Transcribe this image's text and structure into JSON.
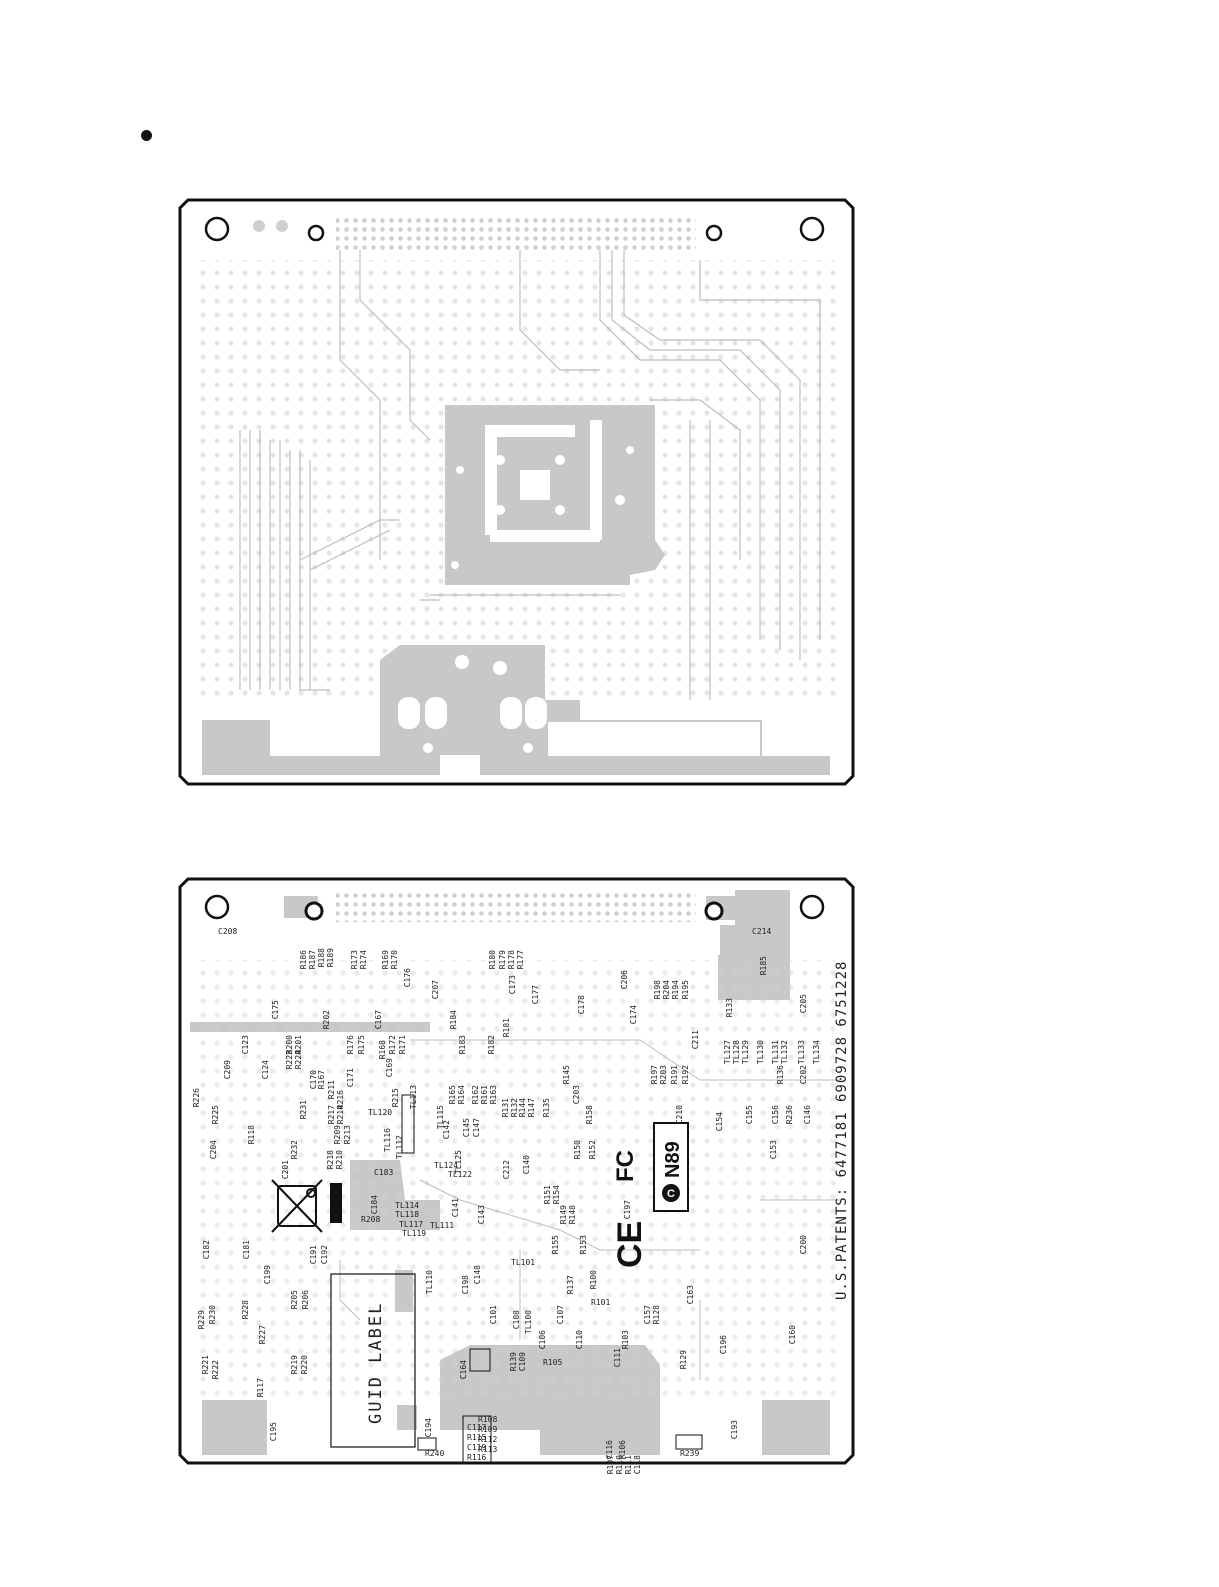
{
  "marks": {
    "patents": "U.S.PATENTS: 6477181 6909728 6751228",
    "guid_label": "GUID LABEL",
    "n89": "N89",
    "ce": "CE",
    "fcc": "FC"
  },
  "colors": {
    "outline": "#111111",
    "copper": "#c8c8c8",
    "trace": "#bdbdbd",
    "pad": "#cfcfcf"
  },
  "labels": [
    [
      "C208",
      218,
      934,
      0
    ],
    [
      "R186",
      306,
      950,
      -90
    ],
    [
      "R187",
      315,
      950,
      -90
    ],
    [
      "R188",
      324,
      948,
      -90
    ],
    [
      "R189",
      333,
      948,
      -90
    ],
    [
      "R173",
      357,
      950,
      -90
    ],
    [
      "R174",
      366,
      950,
      -90
    ],
    [
      "R169",
      388,
      950,
      -90
    ],
    [
      "R170",
      397,
      950,
      -90
    ],
    [
      "C176",
      410,
      968,
      -90
    ],
    [
      "C207",
      438,
      980,
      -90
    ],
    [
      "R180",
      495,
      950,
      -90
    ],
    [
      "R179",
      505,
      950,
      -90
    ],
    [
      "R178",
      514,
      950,
      -90
    ],
    [
      "R177",
      523,
      950,
      -90
    ],
    [
      "C173",
      515,
      975,
      -90
    ],
    [
      "C177",
      538,
      985,
      -90
    ],
    [
      "C178",
      584,
      995,
      -90
    ],
    [
      "C206",
      627,
      970,
      -90
    ],
    [
      "R198",
      660,
      980,
      -90
    ],
    [
      "R204",
      669,
      980,
      -90
    ],
    [
      "R194",
      678,
      980,
      -90
    ],
    [
      "R195",
      688,
      980,
      -90
    ],
    [
      "C174",
      636,
      1005,
      -90
    ],
    [
      "R133",
      732,
      998,
      -90
    ],
    [
      "C214",
      752,
      934,
      0
    ],
    [
      "R185",
      766,
      956,
      -90
    ],
    [
      "C205",
      806,
      994,
      -90
    ],
    [
      "C175",
      278,
      1000,
      -90
    ],
    [
      "R202",
      329,
      1010,
      -90
    ],
    [
      "C167",
      381,
      1010,
      -90
    ],
    [
      "R176",
      353,
      1035,
      -90
    ],
    [
      "R175",
      364,
      1035,
      -90
    ],
    [
      "R184",
      456,
      1010,
      -90
    ],
    [
      "R181",
      509,
      1018,
      -90
    ],
    [
      "R183",
      465,
      1035,
      -90
    ],
    [
      "R182",
      494,
      1035,
      -90
    ],
    [
      "R172",
      395,
      1035,
      -90
    ],
    [
      "R171",
      405,
      1035,
      -90
    ],
    [
      "R168",
      385,
      1040,
      -90
    ],
    [
      "C169",
      392,
      1058,
      -90
    ],
    [
      "R200",
      292,
      1035,
      -90
    ],
    [
      "R201",
      301,
      1035,
      -90
    ],
    [
      "R223",
      292,
      1050,
      -90
    ],
    [
      "R224",
      301,
      1050,
      -90
    ],
    [
      "C123",
      248,
      1035,
      -90
    ],
    [
      "C209",
      230,
      1060,
      -90
    ],
    [
      "C124",
      268,
      1060,
      -90
    ],
    [
      "C170",
      316,
      1070,
      -90
    ],
    [
      "R167",
      324,
      1070,
      -90
    ],
    [
      "C171",
      353,
      1068,
      -90
    ],
    [
      "R211",
      334,
      1080,
      -90
    ],
    [
      "C211",
      698,
      1030,
      -90
    ],
    [
      "TL127",
      730,
      1040,
      -90
    ],
    [
      "TL128",
      739,
      1040,
      -90
    ],
    [
      "TL129",
      748,
      1040,
      -90
    ],
    [
      "TL130",
      763,
      1040,
      -90
    ],
    [
      "TL131",
      778,
      1040,
      -90
    ],
    [
      "TL132",
      787,
      1040,
      -90
    ],
    [
      "TL133",
      804,
      1040,
      -90
    ],
    [
      "TL134",
      819,
      1040,
      -90
    ],
    [
      "R197",
      657,
      1065,
      -90
    ],
    [
      "R203",
      666,
      1065,
      -90
    ],
    [
      "R191",
      677,
      1065,
      -90
    ],
    [
      "R192",
      688,
      1065,
      -90
    ],
    [
      "R136",
      783,
      1065,
      -90
    ],
    [
      "C202",
      806,
      1065,
      -90
    ],
    [
      "R226",
      199,
      1088,
      -90
    ],
    [
      "R225",
      218,
      1105,
      -90
    ],
    [
      "R217",
      334,
      1105,
      -90
    ],
    [
      "R216",
      343,
      1090,
      -90
    ],
    [
      "R214",
      343,
      1105,
      -90
    ],
    [
      "R215",
      398,
      1088,
      -90
    ],
    [
      "TL113",
      416,
      1085,
      -90
    ],
    [
      "R165",
      455,
      1085,
      -90
    ],
    [
      "R164",
      464,
      1085,
      -90
    ],
    [
      "R162",
      478,
      1085,
      -90
    ],
    [
      "R161",
      487,
      1085,
      -90
    ],
    [
      "R163",
      496,
      1085,
      -90
    ],
    [
      "R145",
      569,
      1065,
      -90
    ],
    [
      "C203",
      579,
      1085,
      -90
    ],
    [
      "R131",
      508,
      1098,
      -90
    ],
    [
      "R132",
      517,
      1098,
      -90
    ],
    [
      "R144",
      525,
      1098,
      -90
    ],
    [
      "R147",
      534,
      1098,
      -90
    ],
    [
      "R135",
      549,
      1098,
      -90
    ],
    [
      "R158",
      592,
      1105,
      -90
    ],
    [
      "C210",
      682,
      1105,
      -90
    ],
    [
      "C154",
      722,
      1112,
      -90
    ],
    [
      "C155",
      752,
      1105,
      -90
    ],
    [
      "C156",
      778,
      1105,
      -90
    ],
    [
      "R236",
      792,
      1105,
      -90
    ],
    [
      "C146",
      810,
      1105,
      -90
    ],
    [
      "R118",
      254,
      1125,
      -90
    ],
    [
      "C204",
      216,
      1140,
      -90
    ],
    [
      "R231",
      306,
      1100,
      -90
    ],
    [
      "R232",
      297,
      1140,
      -90
    ],
    [
      "R209",
      340,
      1125,
      -90
    ],
    [
      "R213",
      350,
      1125,
      -90
    ],
    [
      "TL120",
      368,
      1115,
      0
    ],
    [
      "TL116",
      390,
      1128,
      -90
    ],
    [
      "TL112",
      402,
      1135,
      -90
    ],
    [
      "TL115",
      443,
      1105,
      -90
    ],
    [
      "C142",
      449,
      1120,
      -90
    ],
    [
      "C145",
      469,
      1118,
      -90
    ],
    [
      "C147",
      479,
      1118,
      -90
    ],
    [
      "C153",
      776,
      1140,
      -90
    ],
    [
      "R150",
      580,
      1140,
      -90
    ],
    [
      "R152",
      595,
      1140,
      -90
    ],
    [
      "R218",
      333,
      1150,
      -90
    ],
    [
      "R210",
      342,
      1150,
      -90
    ],
    [
      "TL125",
      461,
      1150,
      -90
    ],
    [
      "C212",
      509,
      1160,
      -90
    ],
    [
      "C140",
      529,
      1155,
      -90
    ],
    [
      "C201",
      288,
      1160,
      -90
    ],
    [
      "TL124",
      434,
      1168,
      0
    ],
    [
      "TL122",
      448,
      1177,
      0
    ],
    [
      "C183",
      374,
      1175,
      0
    ],
    [
      "C184",
      377,
      1195,
      -90
    ],
    [
      "R208",
      361,
      1222,
      0
    ],
    [
      "C141",
      458,
      1198,
      -90
    ],
    [
      "C143",
      484,
      1205,
      -90
    ],
    [
      "R151",
      550,
      1185,
      -90
    ],
    [
      "R154",
      559,
      1185,
      -90
    ],
    [
      "R149",
      566,
      1205,
      -90
    ],
    [
      "R148",
      575,
      1205,
      -90
    ],
    [
      "C197",
      630,
      1200,
      -90
    ],
    [
      "TL114",
      395,
      1208,
      0
    ],
    [
      "TL118",
      395,
      1217,
      0
    ],
    [
      "TL117",
      399,
      1227,
      0
    ],
    [
      "TL119",
      402,
      1236,
      0
    ],
    [
      "TL111",
      430,
      1228,
      0
    ],
    [
      "C182",
      209,
      1240,
      -90
    ],
    [
      "C181",
      249,
      1240,
      -90
    ],
    [
      "C191",
      316,
      1245,
      -90
    ],
    [
      "C192",
      327,
      1245,
      -90
    ],
    [
      "R155",
      558,
      1235,
      -90
    ],
    [
      "R153",
      586,
      1235,
      -90
    ],
    [
      "C200",
      806,
      1235,
      -90
    ],
    [
      "C199",
      270,
      1265,
      -90
    ],
    [
      "TL110",
      432,
      1270,
      -90
    ],
    [
      "C198",
      468,
      1275,
      -90
    ],
    [
      "C148",
      480,
      1265,
      -90
    ],
    [
      "TL101",
      511,
      1265,
      0
    ],
    [
      "R137",
      573,
      1275,
      -90
    ],
    [
      "R100",
      596,
      1270,
      -90
    ],
    [
      "C163",
      693,
      1285,
      -90
    ],
    [
      "R205",
      297,
      1290,
      -90
    ],
    [
      "R206",
      308,
      1290,
      -90
    ],
    [
      "R228",
      248,
      1300,
      -90
    ],
    [
      "R229",
      204,
      1310,
      -90
    ],
    [
      "R230",
      215,
      1305,
      -90
    ],
    [
      "C101",
      496,
      1305,
      -90
    ],
    [
      "C108",
      519,
      1310,
      -90
    ],
    [
      "TL100",
      531,
      1310,
      -90
    ],
    [
      "C107",
      563,
      1305,
      -90
    ],
    [
      "R101",
      591,
      1305,
      0
    ],
    [
      "C157",
      650,
      1305,
      -90
    ],
    [
      "R128",
      659,
      1305,
      -90
    ],
    [
      "R227",
      265,
      1325,
      -90
    ],
    [
      "C106",
      545,
      1330,
      -90
    ],
    [
      "C110",
      582,
      1330,
      -90
    ],
    [
      "R103",
      628,
      1330,
      -90
    ],
    [
      "C196",
      726,
      1335,
      -90
    ],
    [
      "C160",
      795,
      1325,
      -90
    ],
    [
      "C111",
      620,
      1348,
      -90
    ],
    [
      "R129",
      686,
      1350,
      -90
    ],
    [
      "R221",
      208,
      1355,
      -90
    ],
    [
      "R222",
      218,
      1360,
      -90
    ],
    [
      "R219",
      297,
      1355,
      -90
    ],
    [
      "R220",
      307,
      1355,
      -90
    ],
    [
      "C164",
      466,
      1360,
      -90
    ],
    [
      "R139",
      516,
      1352,
      -90
    ],
    [
      "C109",
      525,
      1352,
      -90
    ],
    [
      "R105",
      543,
      1365,
      0
    ],
    [
      "R117",
      263,
      1378,
      -90
    ],
    [
      "C194",
      431,
      1418,
      -90
    ],
    [
      "C193",
      737,
      1420,
      -90
    ],
    [
      "C195",
      276,
      1422,
      -90
    ],
    [
      "C117",
      467,
      1430,
      0
    ],
    [
      "R108",
      478,
      1422,
      0
    ],
    [
      "R115",
      467,
      1440,
      0
    ],
    [
      "R109",
      478,
      1432,
      0
    ],
    [
      "C119",
      467,
      1450,
      0
    ],
    [
      "R112",
      478,
      1442,
      0
    ],
    [
      "R116",
      467,
      1460,
      0
    ],
    [
      "R113",
      478,
      1452,
      0
    ],
    [
      "C116",
      612,
      1440,
      -90
    ],
    [
      "R106",
      625,
      1440,
      -90
    ],
    [
      "R107",
      613,
      1455,
      -90
    ],
    [
      "R110",
      622,
      1455,
      -90
    ],
    [
      "R111",
      631,
      1455,
      -90
    ],
    [
      "C118",
      640,
      1455,
      -90
    ],
    [
      "R240",
      425,
      1456,
      0
    ],
    [
      "R239",
      680,
      1456,
      0
    ]
  ]
}
